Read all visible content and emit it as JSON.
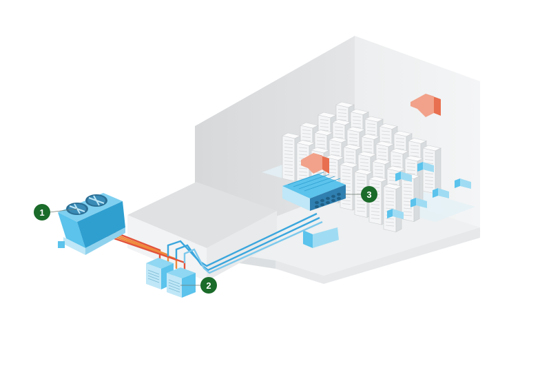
{
  "diagram": {
    "colors": {
      "background": "#ffffff",
      "room_wall": "#e3e4e5",
      "room_wall_shadow": "#d2d4d6",
      "room_floor": "#eef0f1",
      "rack_face": "#f6f7f8",
      "rack_edge": "#c9ccce",
      "equipment_blue": "#5bc3ec",
      "equipment_blue_dark": "#2f9fd0",
      "equipment_blue_light": "#bfe7f7",
      "pipe_blue": "#3aa6dd",
      "pipe_orange": "#ef8a3c",
      "pipe_red": "#e2533b",
      "hot_air_arrow": "#f08a6a",
      "callout_badge": "#1b6b2a"
    },
    "icons": [
      "fan-icon",
      "air-vent-icon",
      "hot-air-arrow-icon"
    ],
    "callouts": [
      {
        "id": "dry-cooler",
        "number": "1"
      },
      {
        "id": "chiller-units",
        "number": "2"
      },
      {
        "id": "air-handler",
        "number": "3"
      }
    ]
  }
}
